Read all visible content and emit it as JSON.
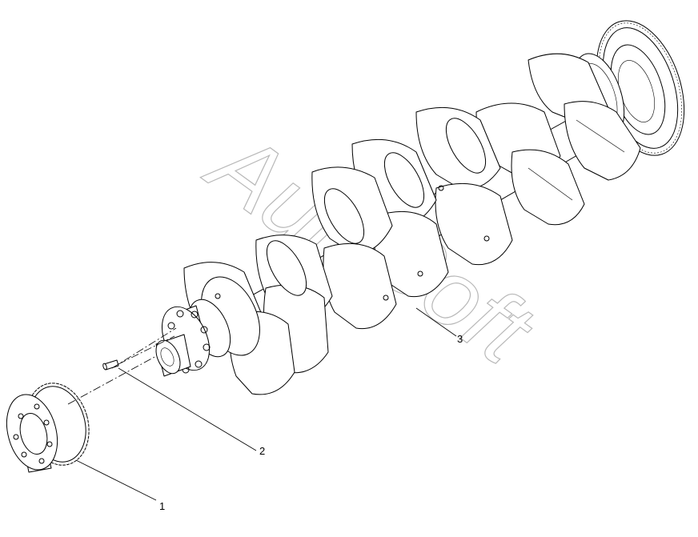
{
  "watermark": {
    "part1": "Auto",
    "part2": "Soft"
  },
  "callouts": [
    {
      "id": "1",
      "label": "1",
      "part": "crankshaft-gear"
    },
    {
      "id": "2",
      "label": "2",
      "part": "dowel-pin"
    },
    {
      "id": "3",
      "label": "3",
      "part": "crankshaft"
    }
  ],
  "colors": {
    "ink": "#000000",
    "background": "#ffffff",
    "watermark": "#b8b8b8"
  }
}
